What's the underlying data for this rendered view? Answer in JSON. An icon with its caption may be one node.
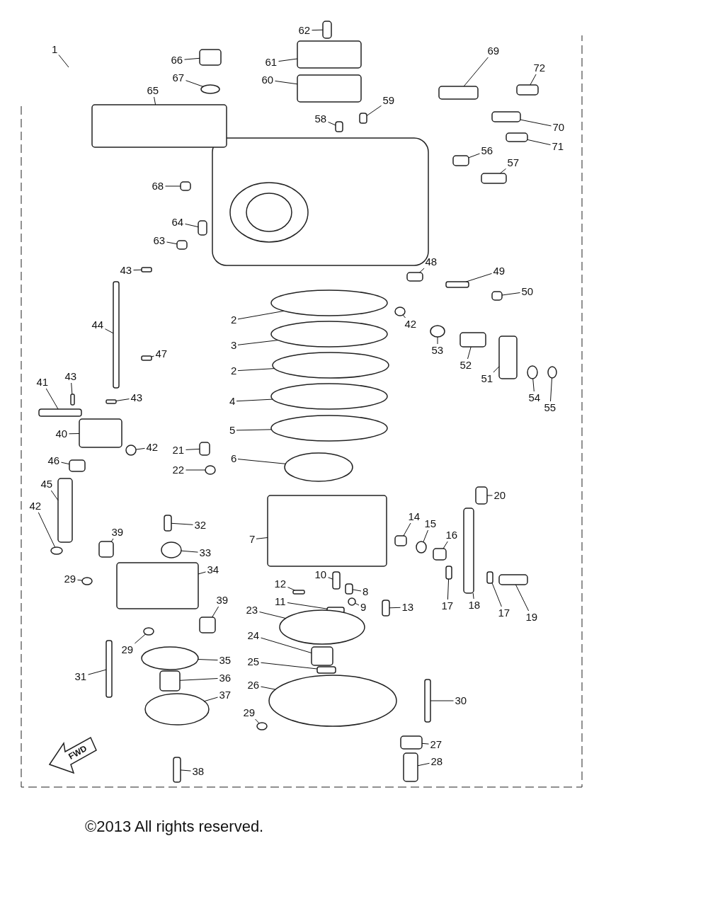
{
  "diagram": {
    "caption": "©2013 All rights reserved.",
    "nodes": [
      {
        "text": [
          "1"
        ]
      },
      {
        "text": [
          "62"
        ]
      },
      {
        "text": [
          "66"
        ]
      },
      {
        "text": [
          "61"
        ]
      },
      {
        "text": [
          "69"
        ]
      },
      {
        "text": [
          "72"
        ]
      },
      {
        "text": [
          "67"
        ]
      },
      {
        "text": [
          "60"
        ]
      },
      {
        "text": [
          "65"
        ]
      },
      {
        "text": [
          "59"
        ]
      },
      {
        "text": [
          "58"
        ]
      },
      {
        "text": [
          "70"
        ]
      },
      {
        "text": [
          "71"
        ]
      },
      {
        "text": [
          "56"
        ]
      },
      {
        "text": [
          "57"
        ]
      },
      {
        "text": [
          "68"
        ]
      },
      {
        "text": [
          "64"
        ]
      },
      {
        "text": [
          "63"
        ]
      },
      {
        "text": [
          "43"
        ]
      },
      {
        "text": [
          "48"
        ]
      },
      {
        "text": [
          "49"
        ]
      },
      {
        "text": [
          "50"
        ]
      },
      {
        "text": [
          "2"
        ]
      },
      {
        "text": [
          "42"
        ]
      },
      {
        "text": [
          "44"
        ]
      },
      {
        "text": [
          "53"
        ]
      },
      {
        "text": [
          "3"
        ]
      },
      {
        "text": [
          "47"
        ]
      },
      {
        "text": [
          "52"
        ]
      },
      {
        "text": [
          "2"
        ]
      },
      {
        "text": [
          "51"
        ]
      },
      {
        "text": [
          "41"
        ]
      },
      {
        "text": [
          "43"
        ]
      },
      {
        "text": [
          "54"
        ]
      },
      {
        "text": [
          "55"
        ]
      },
      {
        "text": [
          "43"
        ]
      },
      {
        "text": [
          "4"
        ]
      },
      {
        "text": [
          "5"
        ]
      },
      {
        "text": [
          "40"
        ]
      },
      {
        "text": [
          "42"
        ]
      },
      {
        "text": [
          "21"
        ]
      },
      {
        "text": [
          "22"
        ]
      },
      {
        "text": [
          "6"
        ]
      },
      {
        "text": [
          "46"
        ]
      },
      {
        "text": [
          "45"
        ]
      },
      {
        "text": [
          "20"
        ]
      },
      {
        "text": [
          "42"
        ]
      },
      {
        "text": [
          "32"
        ]
      },
      {
        "text": [
          "39"
        ]
      },
      {
        "text": [
          "7"
        ]
      },
      {
        "text": [
          "14"
        ]
      },
      {
        "text": [
          "15"
        ]
      },
      {
        "text": [
          "16"
        ]
      },
      {
        "text": [
          "33"
        ]
      },
      {
        "text": [
          "34"
        ]
      },
      {
        "text": [
          "29"
        ]
      },
      {
        "text": [
          "12"
        ]
      },
      {
        "text": [
          "10"
        ]
      },
      {
        "text": [
          "8"
        ]
      },
      {
        "text": [
          "39"
        ]
      },
      {
        "text": [
          "9"
        ]
      },
      {
        "text": [
          "11"
        ]
      },
      {
        "text": [
          "13"
        ]
      },
      {
        "text": [
          "17"
        ]
      },
      {
        "text": [
          "18"
        ]
      },
      {
        "text": [
          "17"
        ]
      },
      {
        "text": [
          "19"
        ]
      },
      {
        "text": [
          "23"
        ]
      },
      {
        "text": [
          "24"
        ]
      },
      {
        "text": [
          "29"
        ]
      },
      {
        "text": [
          "35"
        ]
      },
      {
        "text": [
          "25"
        ]
      },
      {
        "text": [
          "31"
        ]
      },
      {
        "text": [
          "36"
        ]
      },
      {
        "text": [
          "26"
        ]
      },
      {
        "text": [
          "37"
        ]
      },
      {
        "text": [
          "30"
        ]
      },
      {
        "text": [
          "29"
        ]
      },
      {
        "text": [
          "27"
        ]
      },
      {
        "text": [
          "28"
        ]
      },
      {
        "text": [
          "38"
        ]
      },
      {
        "text": [],
        "shape": "box"
      },
      {
        "text": [],
        "shape": "box"
      },
      {
        "text": [],
        "shape": "box"
      },
      {
        "text": [],
        "shape": "box"
      },
      {
        "text": [],
        "shape": "box"
      },
      {
        "text": [],
        "shape": "circle"
      },
      {
        "text": [],
        "shape": "box"
      },
      {
        "text": [],
        "shape": "box"
      },
      {
        "text": [],
        "shape": "box"
      },
      {
        "text": [],
        "shape": "box"
      },
      {
        "text": [],
        "shape": "box"
      },
      {
        "text": [],
        "shape": "box"
      },
      {
        "text": [],
        "shape": "box"
      },
      {
        "text": [],
        "shape": "box"
      },
      {
        "text": [],
        "shape": "box"
      },
      {
        "text": [],
        "shape": "box"
      },
      {
        "text": [],
        "shape": "box"
      },
      {
        "text": [],
        "shape": "box"
      },
      {
        "text": [],
        "shape": "box"
      },
      {
        "text": [],
        "shape": "box"
      },
      {
        "text": [],
        "shape": "box"
      },
      {
        "text": [],
        "shape": "circle"
      },
      {
        "text": [],
        "shape": "circle"
      },
      {
        "text": [],
        "shape": "box"
      },
      {
        "text": [],
        "shape": "circle"
      },
      {
        "text": [],
        "shape": "circle"
      },
      {
        "text": [],
        "shape": "box"
      },
      {
        "text": [],
        "shape": "box"
      },
      {
        "text": [],
        "shape": "circle"
      },
      {
        "text": [],
        "shape": "box"
      },
      {
        "text": [],
        "shape": "box"
      },
      {
        "text": [],
        "shape": "box"
      },
      {
        "text": [],
        "shape": "circle"
      },
      {
        "text": [],
        "shape": "circle"
      },
      {
        "text": [],
        "shape": "box"
      },
      {
        "text": [],
        "shape": "circle"
      },
      {
        "text": [],
        "shape": "circle"
      },
      {
        "text": [],
        "shape": "box"
      },
      {
        "text": [],
        "shape": "circle"
      },
      {
        "text": [],
        "shape": "box"
      },
      {
        "text": [],
        "shape": "circle"
      },
      {
        "text": [],
        "shape": "circle"
      },
      {
        "text": [],
        "shape": "box"
      },
      {
        "text": [],
        "shape": "box"
      },
      {
        "text": [],
        "shape": "box"
      },
      {
        "text": [],
        "shape": "circle"
      },
      {
        "text": [],
        "shape": "box"
      },
      {
        "text": [],
        "shape": "box"
      },
      {
        "text": [],
        "shape": "box"
      },
      {
        "text": [],
        "shape": "box"
      },
      {
        "text": [],
        "shape": "circle"
      },
      {
        "text": [],
        "shape": "box"
      },
      {
        "text": [],
        "shape": "circle"
      },
      {
        "text": [],
        "shape": "box"
      },
      {
        "text": [],
        "shape": "circle"
      },
      {
        "text": [],
        "shape": "box"
      },
      {
        "text": [],
        "shape": "box"
      },
      {
        "text": [],
        "shape": "box"
      },
      {
        "text": [],
        "shape": "box"
      },
      {
        "text": [],
        "shape": "circle"
      },
      {
        "text": [],
        "shape": "box"
      },
      {
        "text": [],
        "shape": "box"
      },
      {
        "text": [],
        "shape": "box"
      },
      {
        "text": [],
        "shape": "box"
      },
      {
        "text": [],
        "shape": "box"
      },
      {
        "text": [],
        "shape": "box"
      },
      {
        "text": [],
        "shape": "circle"
      },
      {
        "text": [],
        "shape": "box"
      },
      {
        "text": [],
        "shape": "circle"
      },
      {
        "text": [],
        "shape": "circle"
      },
      {
        "text": [],
        "shape": "box"
      },
      {
        "text": [],
        "shape": "box"
      },
      {
        "text": [],
        "shape": "box"
      },
      {
        "text": [],
        "shape": "circle"
      },
      {
        "text": [],
        "shape": "circle"
      },
      {
        "text": [],
        "shape": "box"
      },
      {
        "text": [],
        "shape": "circle"
      },
      {
        "text": [],
        "shape": "box"
      },
      {
        "text": [],
        "shape": "box"
      },
      {
        "text": [],
        "shape": "box"
      }
    ],
    "edges": [
      {
        "from": 0,
        "to": null,
        "arrow": "none"
      },
      {
        "from": 1,
        "to": 81,
        "arrow": "none"
      },
      {
        "from": 2,
        "to": 82,
        "arrow": "none"
      },
      {
        "from": 3,
        "to": 83,
        "arrow": "none"
      },
      {
        "from": 4,
        "to": 84,
        "arrow": "none"
      },
      {
        "from": 5,
        "to": 85,
        "arrow": "none"
      },
      {
        "from": 6,
        "to": 86,
        "arrow": "none"
      },
      {
        "from": 7,
        "to": 87,
        "arrow": "none"
      },
      {
        "from": 8,
        "to": 88,
        "arrow": "none"
      },
      {
        "from": 9,
        "to": 89,
        "arrow": "none"
      },
      {
        "from": 10,
        "to": 90,
        "arrow": "none"
      },
      {
        "from": 11,
        "to": 91,
        "arrow": "none"
      },
      {
        "from": 12,
        "to": 92,
        "arrow": "none"
      },
      {
        "from": 13,
        "to": 93,
        "arrow": "none"
      },
      {
        "from": 14,
        "to": 94,
        "arrow": "none"
      },
      {
        "from": 15,
        "to": 95,
        "arrow": "none"
      },
      {
        "from": 16,
        "to": 96,
        "arrow": "none"
      },
      {
        "from": 17,
        "to": 97,
        "arrow": "none"
      },
      {
        "from": 18,
        "to": 98,
        "arrow": "none"
      },
      {
        "from": 19,
        "to": 99,
        "arrow": "none"
      },
      {
        "from": 20,
        "to": 100,
        "arrow": "none"
      },
      {
        "from": 21,
        "to": 101,
        "arrow": "none"
      },
      {
        "from": 22,
        "to": 102,
        "arrow": "none"
      },
      {
        "from": 23,
        "to": 103,
        "arrow": "none"
      },
      {
        "from": 24,
        "to": 104,
        "arrow": "none"
      },
      {
        "from": 25,
        "to": 105,
        "arrow": "none"
      },
      {
        "from": 26,
        "to": 106,
        "arrow": "none"
      },
      {
        "from": 27,
        "to": 107,
        "arrow": "none"
      },
      {
        "from": 28,
        "to": 108,
        "arrow": "none"
      },
      {
        "from": 29,
        "to": 109,
        "arrow": "none"
      },
      {
        "from": 30,
        "to": 110,
        "arrow": "none"
      },
      {
        "from": 31,
        "to": 111,
        "arrow": "none"
      },
      {
        "from": 32,
        "to": 112,
        "arrow": "none"
      },
      {
        "from": 33,
        "to": 113,
        "arrow": "none"
      },
      {
        "from": 34,
        "to": 114,
        "arrow": "none"
      },
      {
        "from": 35,
        "to": 115,
        "arrow": "none"
      },
      {
        "from": 36,
        "to": 116,
        "arrow": "none"
      },
      {
        "from": 37,
        "to": 117,
        "arrow": "none"
      },
      {
        "from": 38,
        "to": 118,
        "arrow": "none"
      },
      {
        "from": 39,
        "to": 119,
        "arrow": "none"
      },
      {
        "from": 40,
        "to": 120,
        "arrow": "none"
      },
      {
        "from": 41,
        "to": 121,
        "arrow": "none"
      },
      {
        "from": 42,
        "to": 122,
        "arrow": "none"
      },
      {
        "from": 43,
        "to": 123,
        "arrow": "none"
      },
      {
        "from": 44,
        "to": 124,
        "arrow": "none"
      },
      {
        "from": 45,
        "to": 125,
        "arrow": "none"
      },
      {
        "from": 46,
        "to": 126,
        "arrow": "none"
      },
      {
        "from": 47,
        "to": 127,
        "arrow": "none"
      },
      {
        "from": 48,
        "to": 128,
        "arrow": "none"
      },
      {
        "from": 49,
        "to": 129,
        "arrow": "none"
      },
      {
        "from": 50,
        "to": 130,
        "arrow": "none"
      },
      {
        "from": 51,
        "to": 131,
        "arrow": "none"
      },
      {
        "from": 52,
        "to": 132,
        "arrow": "none"
      },
      {
        "from": 53,
        "to": 133,
        "arrow": "none"
      },
      {
        "from": 54,
        "to": 134,
        "arrow": "none"
      },
      {
        "from": 55,
        "to": 135,
        "arrow": "none"
      },
      {
        "from": 56,
        "to": 136,
        "arrow": "none"
      },
      {
        "from": 57,
        "to": 137,
        "arrow": "none"
      },
      {
        "from": 58,
        "to": 138,
        "arrow": "none"
      },
      {
        "from": 59,
        "to": 139,
        "arrow": "none"
      },
      {
        "from": 60,
        "to": 140,
        "arrow": "none"
      },
      {
        "from": 61,
        "to": 141,
        "arrow": "none"
      },
      {
        "from": 62,
        "to": 142,
        "arrow": "none"
      },
      {
        "from": 63,
        "to": 143,
        "arrow": "none"
      },
      {
        "from": 64,
        "to": 144,
        "arrow": "none"
      },
      {
        "from": 65,
        "to": 145,
        "arrow": "none"
      },
      {
        "from": 66,
        "to": 146,
        "arrow": "none"
      },
      {
        "from": 67,
        "to": 147,
        "arrow": "none"
      },
      {
        "from": 68,
        "to": 148,
        "arrow": "none"
      },
      {
        "from": 69,
        "to": 149,
        "arrow": "none"
      },
      {
        "from": 70,
        "to": 150,
        "arrow": "none"
      },
      {
        "from": 71,
        "to": 151,
        "arrow": "none"
      },
      {
        "from": 72,
        "to": 152,
        "arrow": "none"
      },
      {
        "from": 73,
        "to": 153,
        "arrow": "none"
      },
      {
        "from": 74,
        "to": 154,
        "arrow": "none"
      },
      {
        "from": 75,
        "to": 155,
        "arrow": "none"
      },
      {
        "from": 76,
        "to": 156,
        "arrow": "none"
      },
      {
        "from": 77,
        "to": 157,
        "arrow": "none"
      },
      {
        "from": 78,
        "to": 158,
        "arrow": "none"
      },
      {
        "from": 79,
        "to": 159,
        "arrow": "none"
      },
      {
        "from": 80,
        "to": 160,
        "arrow": "none"
      }
    ],
    "labels": [
      "FWD"
    ]
  }
}
